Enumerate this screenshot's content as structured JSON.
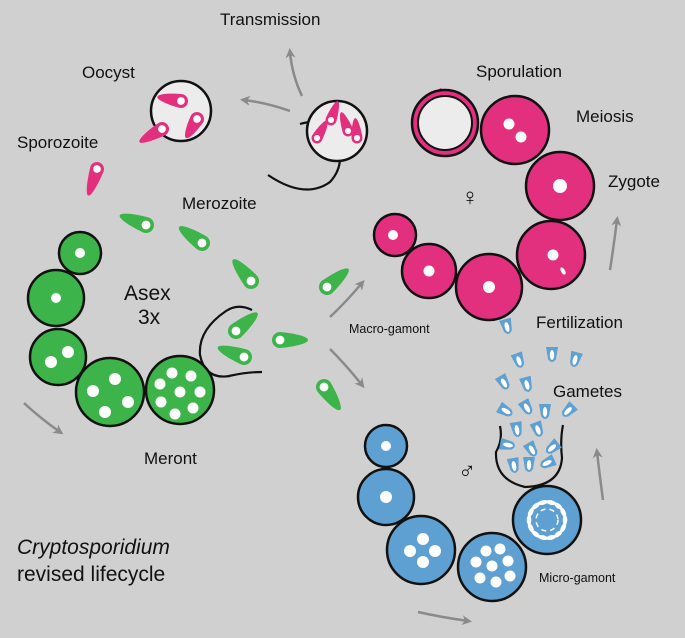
{
  "title": {
    "line1": "Cryptosporidium",
    "line2": "revised lifecycle"
  },
  "labels": {
    "transmission": "Transmission",
    "oocyst": "Oocyst",
    "sporozoite": "Sporozoite",
    "merozoite": "Merozoite",
    "asex": "Asex",
    "asex_count": "3x",
    "meront": "Meront",
    "sporulation": "Sporulation",
    "meiosis": "Meiosis",
    "zygote": "Zygote",
    "female_symbol": "♀",
    "macro_gamont": "Macro-gamont",
    "fertilization": "Fertilization",
    "gametes": "Gametes",
    "male_symbol": "♂",
    "micro_gamont": "Micro-gamont"
  },
  "colors": {
    "background": "#d0d0d0",
    "asexual": "#3cb44a",
    "female": "#e3307e",
    "male": "#5fa0d2",
    "arrow": "#8a8a8a",
    "outline": "#111111",
    "oocyst_fill": "#ececec"
  }
}
